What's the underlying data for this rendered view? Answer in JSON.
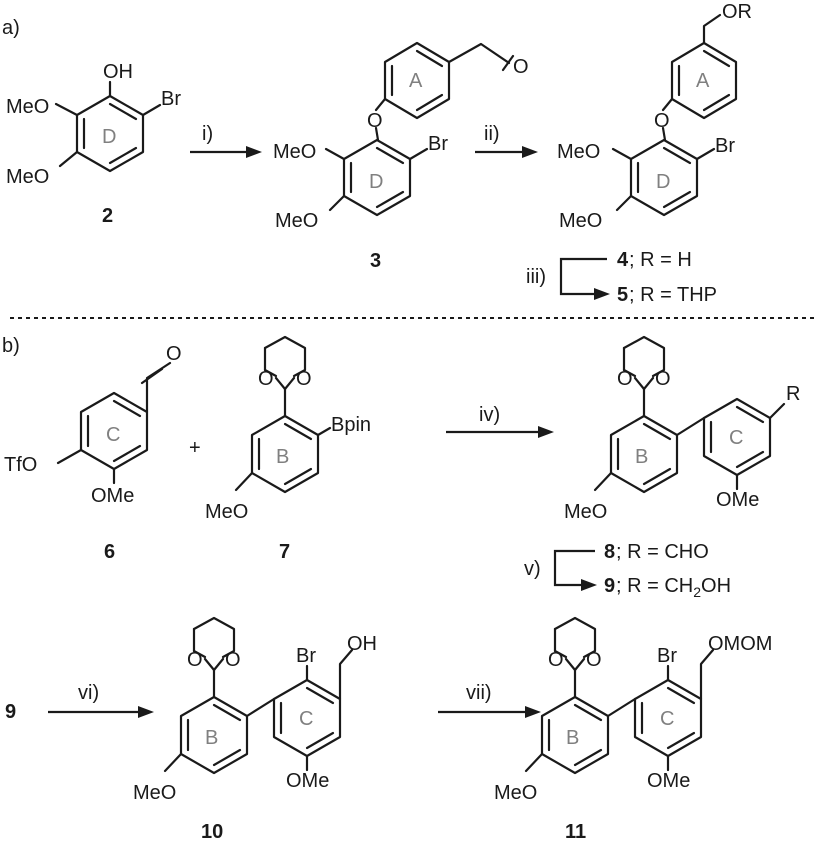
{
  "panels": {
    "a": "a)",
    "b": "b)"
  },
  "atoms": {
    "oh": "OH",
    "o": "O",
    "br": "Br",
    "ome": "OMe",
    "meo": "MeO",
    "bpin": "Bpin",
    "tfo": "TfO",
    "or": "OR",
    "r": "R",
    "omom": "OMOM",
    "plus": "+"
  },
  "rings": {
    "a": "A",
    "b": "B",
    "c": "C",
    "d": "D"
  },
  "compounds": {
    "c2": "2",
    "c3": "3",
    "c4": "4",
    "c5": "5",
    "c6": "6",
    "c7": "7",
    "c8": "8",
    "c9": "9",
    "c10": "10",
    "c11": "11"
  },
  "r_groups": {
    "r4": "; R = H",
    "r5": "; R = THP",
    "r8": "; R = CHO",
    "r9_prefix": "; R = CH",
    "r9_sub": "2",
    "r9_suffix": "OH"
  },
  "steps": {
    "i": "i)",
    "ii": "ii)",
    "iii": "iii)",
    "iv": "iv)",
    "v": "v)",
    "vi": "vi)",
    "vii": "vii)"
  }
}
